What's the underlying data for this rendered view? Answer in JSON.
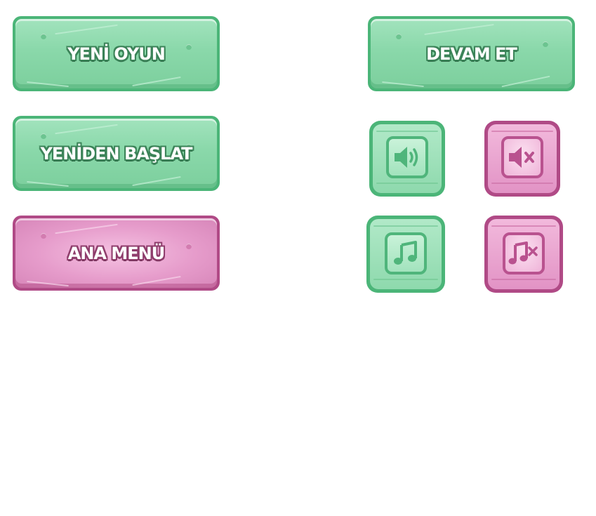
{
  "menu_buttons": {
    "new_game": "YENİ OYUN",
    "continue": "DEVAM ET",
    "restart": "YENİDEN BAŞLAT",
    "main_menu": "ANA MENÜ"
  },
  "icon_buttons": {
    "sound_on": {
      "icon": "speaker-on-icon",
      "state": "on"
    },
    "sound_off": {
      "icon": "speaker-mute-icon",
      "state": "off"
    },
    "music_on": {
      "icon": "music-note-icon",
      "state": "on"
    },
    "music_off": {
      "icon": "music-mute-icon",
      "state": "off"
    }
  },
  "colors": {
    "green_accent": "#8ad8aa",
    "green_border": "#4bb578",
    "pink_accent": "#e69ccb",
    "pink_border": "#b04a86",
    "green_icon": "#4fb57b",
    "pink_icon": "#b9528f"
  }
}
